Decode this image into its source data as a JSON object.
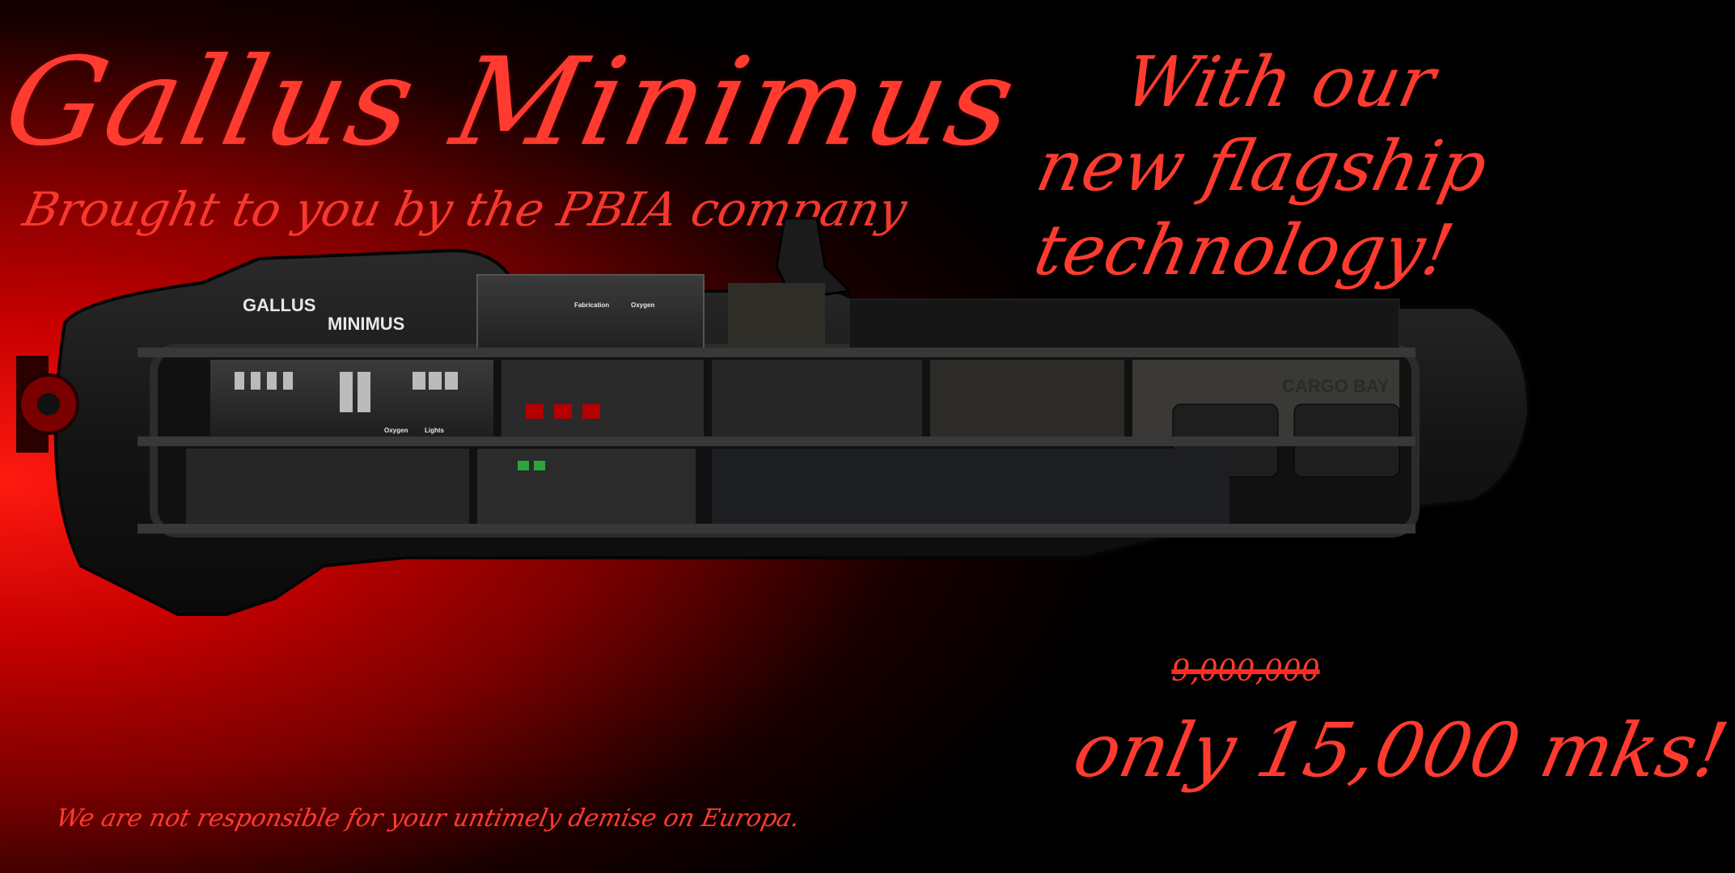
{
  "poster": {
    "title": "Gallus Minimus",
    "subtitle": "Brought to you by the PBIA company",
    "tagline": "With our new flagship technology!",
    "old_price": "9,000,000",
    "new_price": "only 15,000 mks!",
    "disclaimer": "We are not responsible for your untimely demise on Europa."
  },
  "submarine": {
    "hull_label_line1": "GALLUS",
    "hull_label_line2": "MINIMUS",
    "cargo_label": "CARGO BAY",
    "panel_labels": [
      "Oxygen",
      "Lights",
      "Fabrication",
      "Oxygen"
    ]
  },
  "colors": {
    "accent": "#ff3b30",
    "hull": "#151515",
    "background_red": "#d00000"
  }
}
